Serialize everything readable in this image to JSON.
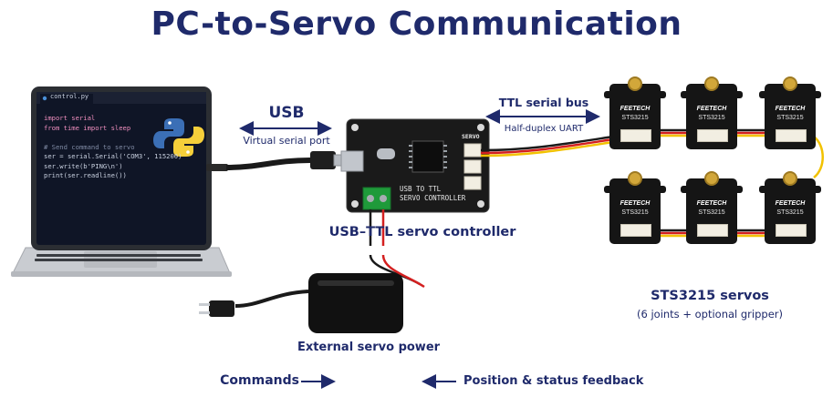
{
  "title": "PC-to-Servo Communication",
  "laptop": {
    "tab_name": "control.py",
    "code_lines": [
      "import serial",
      "from time import sleep",
      "",
      "# Send command to servo",
      "ser = serial.Serial('COM3', 115200)",
      "ser.write(b'PING\\n')",
      "print(ser.readline())"
    ]
  },
  "usb_link": {
    "label": "USB",
    "sublabel": "Virtual serial port"
  },
  "ttl_link": {
    "label": "TTL serial bus",
    "sublabel": "Half-duplex UART"
  },
  "controller": {
    "caption": "USB–TTL servo controller",
    "board_text_line1": "USB TO TTL",
    "board_text_line2": "SERVO CONTROLLER",
    "port_label": "SERVO"
  },
  "servos": {
    "brand": "FEETECH",
    "model": "STS3215",
    "caption": "STS3215 servos",
    "subcaption": "(6 joints + optional gripper)"
  },
  "power": {
    "caption": "External servo power"
  },
  "legend": {
    "commands": "Commands",
    "feedback": "Position & status feedback"
  },
  "colors": {
    "title": "#1f2a6b",
    "board": "#1a1a1a",
    "servo_body": "#151515",
    "wire_red": "#d42020",
    "wire_yellow": "#f2c200",
    "terminal_green": "#1f9a3a"
  }
}
